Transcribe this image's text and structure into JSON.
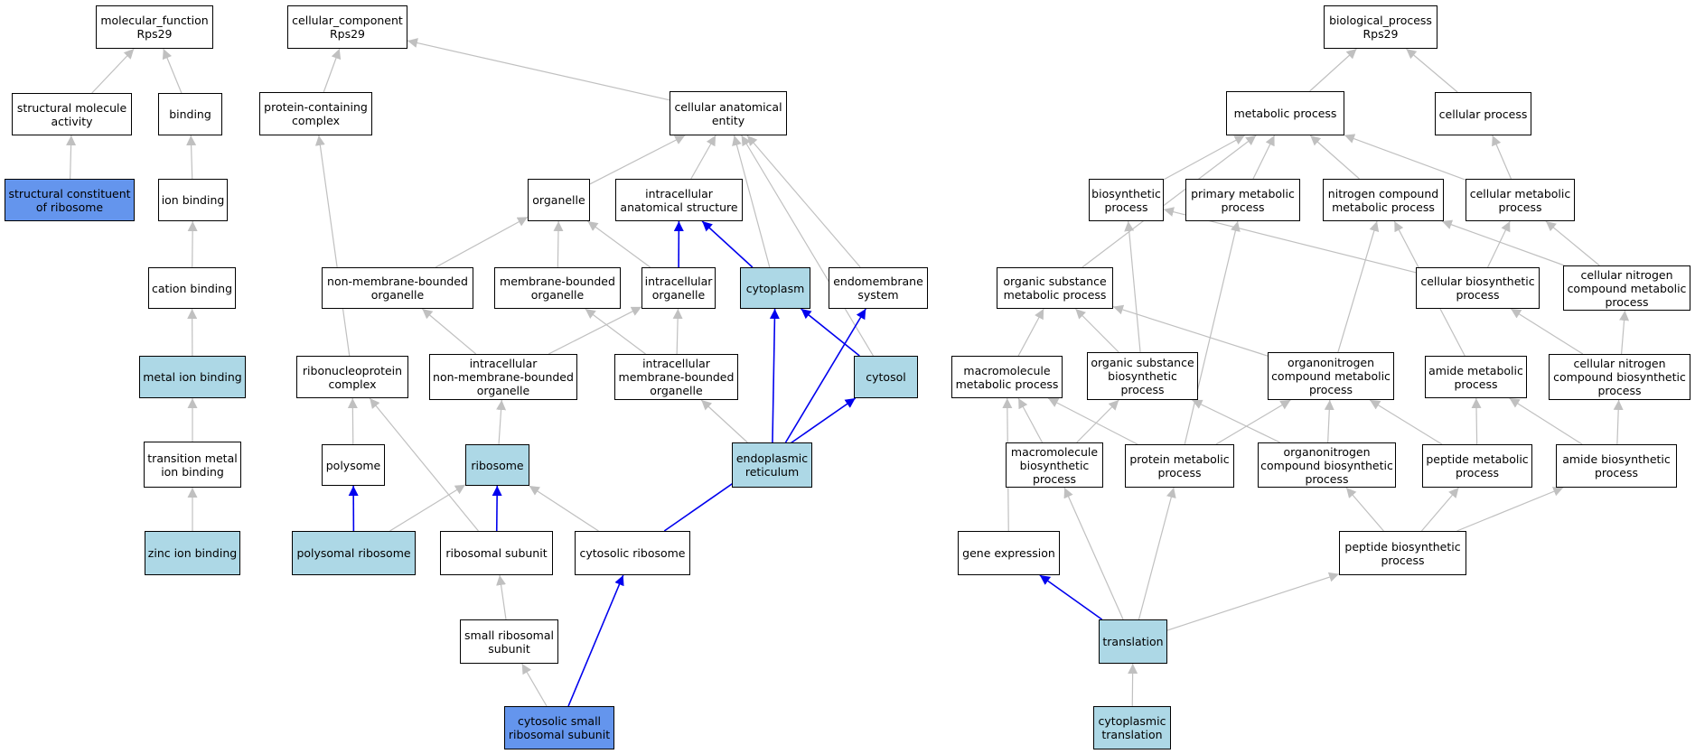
{
  "colors": {
    "plain": "#ffffff",
    "light": "#add8e6",
    "dark": "#6495ed",
    "edge_gray": "#c0c0c0",
    "edge_blue": "#0000ee"
  },
  "nodes": {
    "mf_root": {
      "label": "molecular_function\nRps29",
      "fill": "plain"
    },
    "structural_molecule_activity": {
      "label": "structural molecule\nactivity",
      "fill": "plain"
    },
    "binding": {
      "label": "binding",
      "fill": "plain"
    },
    "structural_constituent_ribosome": {
      "label": "structural constituent\nof ribosome",
      "fill": "dark"
    },
    "ion_binding": {
      "label": "ion binding",
      "fill": "plain"
    },
    "cation_binding": {
      "label": "cation binding",
      "fill": "plain"
    },
    "metal_ion_binding": {
      "label": "metal ion binding",
      "fill": "light"
    },
    "transition_metal_ion_binding": {
      "label": "transition metal\nion binding",
      "fill": "plain"
    },
    "zinc_ion_binding": {
      "label": "zinc ion binding",
      "fill": "light"
    },
    "cc_root": {
      "label": "cellular_component\nRps29",
      "fill": "plain"
    },
    "protein_containing_complex": {
      "label": "protein-containing\ncomplex",
      "fill": "plain"
    },
    "cellular_anatomical_entity": {
      "label": "cellular anatomical\nentity",
      "fill": "plain"
    },
    "organelle": {
      "label": "organelle",
      "fill": "plain"
    },
    "intracellular_anatomical_structure": {
      "label": "intracellular\nanatomical structure",
      "fill": "plain"
    },
    "non_membrane_bounded_organelle": {
      "label": "non-membrane-bounded\norganelle",
      "fill": "plain"
    },
    "membrane_bounded_organelle": {
      "label": "membrane-bounded\norganelle",
      "fill": "plain"
    },
    "intracellular_organelle": {
      "label": "intracellular\norganelle",
      "fill": "plain"
    },
    "cytoplasm": {
      "label": "cytoplasm",
      "fill": "light"
    },
    "endomembrane_system": {
      "label": "endomembrane\nsystem",
      "fill": "plain"
    },
    "ribonucleoprotein_complex": {
      "label": "ribonucleoprotein\ncomplex",
      "fill": "plain"
    },
    "intracellular_non_membrane_bounded_organelle": {
      "label": "intracellular\nnon-membrane-bounded\norganelle",
      "fill": "plain"
    },
    "intracellular_membrane_bounded_organelle": {
      "label": "intracellular\nmembrane-bounded\norganelle",
      "fill": "plain"
    },
    "cytosol": {
      "label": "cytosol",
      "fill": "light"
    },
    "polysome": {
      "label": "polysome",
      "fill": "plain"
    },
    "ribosome": {
      "label": "ribosome",
      "fill": "light"
    },
    "endoplasmic_reticulum": {
      "label": "endoplasmic\nreticulum",
      "fill": "light"
    },
    "polysomal_ribosome": {
      "label": "polysomal ribosome",
      "fill": "light"
    },
    "ribosomal_subunit": {
      "label": "ribosomal subunit",
      "fill": "plain"
    },
    "cytosolic_ribosome": {
      "label": "cytosolic ribosome",
      "fill": "plain"
    },
    "small_ribosomal_subunit": {
      "label": "small ribosomal\nsubunit",
      "fill": "plain"
    },
    "cytosolic_small_ribosomal_subunit": {
      "label": "cytosolic small\nribosomal subunit",
      "fill": "dark"
    },
    "bp_root": {
      "label": "biological_process\nRps29",
      "fill": "plain"
    },
    "metabolic_process": {
      "label": "metabolic process",
      "fill": "plain"
    },
    "cellular_process": {
      "label": "cellular process",
      "fill": "plain"
    },
    "biosynthetic_process": {
      "label": "biosynthetic\nprocess",
      "fill": "plain"
    },
    "primary_metabolic_process": {
      "label": "primary metabolic\nprocess",
      "fill": "plain"
    },
    "nitrogen_compound_metabolic_process": {
      "label": "nitrogen compound\nmetabolic process",
      "fill": "plain"
    },
    "cellular_metabolic_process": {
      "label": "cellular metabolic\nprocess",
      "fill": "plain"
    },
    "organic_substance_metabolic_process": {
      "label": "organic substance\nmetabolic process",
      "fill": "plain"
    },
    "cellular_biosynthetic_process": {
      "label": "cellular biosynthetic\nprocess",
      "fill": "plain"
    },
    "cellular_nitrogen_compound_metabolic_process": {
      "label": "cellular nitrogen\ncompound metabolic\nprocess",
      "fill": "plain"
    },
    "macromolecule_metabolic_process": {
      "label": "macromolecule\nmetabolic process",
      "fill": "plain"
    },
    "organic_substance_biosynthetic_process": {
      "label": "organic substance\nbiosynthetic\nprocess",
      "fill": "plain"
    },
    "organonitrogen_compound_metabolic_process": {
      "label": "organonitrogen\ncompound metabolic\nprocess",
      "fill": "plain"
    },
    "amide_metabolic_process": {
      "label": "amide metabolic\nprocess",
      "fill": "plain"
    },
    "cellular_nitrogen_compound_biosynthetic_process": {
      "label": "cellular nitrogen\ncompound biosynthetic\nprocess",
      "fill": "plain"
    },
    "macromolecule_biosynthetic_process": {
      "label": "macromolecule\nbiosynthetic\nprocess",
      "fill": "plain"
    },
    "protein_metabolic_process": {
      "label": "protein metabolic\nprocess",
      "fill": "plain"
    },
    "organonitrogen_compound_biosynthetic_process": {
      "label": "organonitrogen\ncompound biosynthetic\nprocess",
      "fill": "plain"
    },
    "peptide_metabolic_process": {
      "label": "peptide metabolic\nprocess",
      "fill": "plain"
    },
    "amide_biosynthetic_process": {
      "label": "amide biosynthetic\nprocess",
      "fill": "plain"
    },
    "gene_expression": {
      "label": "gene expression",
      "fill": "plain"
    },
    "peptide_biosynthetic_process": {
      "label": "peptide biosynthetic\nprocess",
      "fill": "plain"
    },
    "translation": {
      "label": "translation",
      "fill": "light"
    },
    "cytoplasmic_translation": {
      "label": "cytoplasmic\ntranslation",
      "fill": "light"
    }
  },
  "edges": [
    [
      "structural_molecule_activity",
      "mf_root",
      "gray"
    ],
    [
      "binding",
      "mf_root",
      "gray"
    ],
    [
      "structural_constituent_ribosome",
      "structural_molecule_activity",
      "gray"
    ],
    [
      "ion_binding",
      "binding",
      "gray"
    ],
    [
      "cation_binding",
      "ion_binding",
      "gray"
    ],
    [
      "metal_ion_binding",
      "cation_binding",
      "gray"
    ],
    [
      "transition_metal_ion_binding",
      "metal_ion_binding",
      "gray"
    ],
    [
      "zinc_ion_binding",
      "transition_metal_ion_binding",
      "gray"
    ],
    [
      "protein_containing_complex",
      "cc_root",
      "gray"
    ],
    [
      "cellular_anatomical_entity",
      "cc_root",
      "gray"
    ],
    [
      "organelle",
      "cellular_anatomical_entity",
      "gray"
    ],
    [
      "intracellular_anatomical_structure",
      "cellular_anatomical_entity",
      "gray"
    ],
    [
      "cytoplasm",
      "cellular_anatomical_entity",
      "gray"
    ],
    [
      "endomembrane_system",
      "cellular_anatomical_entity",
      "gray"
    ],
    [
      "cytosol",
      "cellular_anatomical_entity",
      "gray"
    ],
    [
      "non_membrane_bounded_organelle",
      "organelle",
      "gray"
    ],
    [
      "membrane_bounded_organelle",
      "organelle",
      "gray"
    ],
    [
      "intracellular_organelle",
      "organelle",
      "gray"
    ],
    [
      "intracellular_organelle",
      "intracellular_anatomical_structure",
      "blue"
    ],
    [
      "cytoplasm",
      "intracellular_anatomical_structure",
      "blue"
    ],
    [
      "intracellular_non_membrane_bounded_organelle",
      "non_membrane_bounded_organelle",
      "gray"
    ],
    [
      "intracellular_non_membrane_bounded_organelle",
      "intracellular_organelle",
      "gray"
    ],
    [
      "intracellular_membrane_bounded_organelle",
      "membrane_bounded_organelle",
      "gray"
    ],
    [
      "intracellular_membrane_bounded_organelle",
      "intracellular_organelle",
      "gray"
    ],
    [
      "cytosol",
      "cytoplasm",
      "blue"
    ],
    [
      "endoplasmic_reticulum",
      "cytoplasm",
      "blue"
    ],
    [
      "endoplasmic_reticulum",
      "endomembrane_system",
      "blue"
    ],
    [
      "endoplasmic_reticulum",
      "intracellular_membrane_bounded_organelle",
      "gray"
    ],
    [
      "ribonucleoprotein_complex",
      "protein_containing_complex",
      "gray"
    ],
    [
      "polysome",
      "ribonucleoprotein_complex",
      "gray"
    ],
    [
      "ribosomal_subunit",
      "ribonucleoprotein_complex",
      "gray"
    ],
    [
      "ribosome",
      "intracellular_non_membrane_bounded_organelle",
      "gray"
    ],
    [
      "polysomal_ribosome",
      "polysome",
      "blue"
    ],
    [
      "polysomal_ribosome",
      "ribosome",
      "gray"
    ],
    [
      "ribosomal_subunit",
      "ribosome",
      "blue"
    ],
    [
      "cytosolic_ribosome",
      "ribosome",
      "gray"
    ],
    [
      "cytosolic_ribosome",
      "cytosol",
      "blue"
    ],
    [
      "small_ribosomal_subunit",
      "ribosomal_subunit",
      "gray"
    ],
    [
      "cytosolic_small_ribosomal_subunit",
      "small_ribosomal_subunit",
      "gray"
    ],
    [
      "cytosolic_small_ribosomal_subunit",
      "cytosolic_ribosome",
      "blue"
    ],
    [
      "metabolic_process",
      "bp_root",
      "gray"
    ],
    [
      "cellular_process",
      "bp_root",
      "gray"
    ],
    [
      "biosynthetic_process",
      "metabolic_process",
      "gray"
    ],
    [
      "primary_metabolic_process",
      "metabolic_process",
      "gray"
    ],
    [
      "nitrogen_compound_metabolic_process",
      "metabolic_process",
      "gray"
    ],
    [
      "cellular_metabolic_process",
      "metabolic_process",
      "gray"
    ],
    [
      "organic_substance_metabolic_process",
      "metabolic_process",
      "gray"
    ],
    [
      "cellular_metabolic_process",
      "cellular_process",
      "gray"
    ],
    [
      "cellular_biosynthetic_process",
      "biosynthetic_process",
      "gray"
    ],
    [
      "cellular_biosynthetic_process",
      "cellular_metabolic_process",
      "gray"
    ],
    [
      "cellular_nitrogen_compound_metabolic_process",
      "nitrogen_compound_metabolic_process",
      "gray"
    ],
    [
      "cellular_nitrogen_compound_metabolic_process",
      "cellular_metabolic_process",
      "gray"
    ],
    [
      "macromolecule_metabolic_process",
      "organic_substance_metabolic_process",
      "gray"
    ],
    [
      "organic_substance_biosynthetic_process",
      "organic_substance_metabolic_process",
      "gray"
    ],
    [
      "organic_substance_biosynthetic_process",
      "biosynthetic_process",
      "gray"
    ],
    [
      "organonitrogen_compound_metabolic_process",
      "organic_substance_metabolic_process",
      "gray"
    ],
    [
      "organonitrogen_compound_metabolic_process",
      "nitrogen_compound_metabolic_process",
      "gray"
    ],
    [
      "amide_metabolic_process",
      "nitrogen_compound_metabolic_process",
      "gray"
    ],
    [
      "cellular_nitrogen_compound_biosynthetic_process",
      "cellular_biosynthetic_process",
      "gray"
    ],
    [
      "cellular_nitrogen_compound_biosynthetic_process",
      "cellular_nitrogen_compound_metabolic_process",
      "gray"
    ],
    [
      "macromolecule_biosynthetic_process",
      "macromolecule_metabolic_process",
      "gray"
    ],
    [
      "macromolecule_biosynthetic_process",
      "organic_substance_biosynthetic_process",
      "gray"
    ],
    [
      "protein_metabolic_process",
      "macromolecule_metabolic_process",
      "gray"
    ],
    [
      "protein_metabolic_process",
      "primary_metabolic_process",
      "gray"
    ],
    [
      "protein_metabolic_process",
      "organonitrogen_compound_metabolic_process",
      "gray"
    ],
    [
      "organonitrogen_compound_biosynthetic_process",
      "organonitrogen_compound_metabolic_process",
      "gray"
    ],
    [
      "organonitrogen_compound_biosynthetic_process",
      "organic_substance_biosynthetic_process",
      "gray"
    ],
    [
      "peptide_metabolic_process",
      "amide_metabolic_process",
      "gray"
    ],
    [
      "peptide_metabolic_process",
      "organonitrogen_compound_metabolic_process",
      "gray"
    ],
    [
      "amide_biosynthetic_process",
      "amide_metabolic_process",
      "gray"
    ],
    [
      "amide_biosynthetic_process",
      "cellular_nitrogen_compound_biosynthetic_process",
      "gray"
    ],
    [
      "gene_expression",
      "macromolecule_metabolic_process",
      "gray"
    ],
    [
      "peptide_biosynthetic_process",
      "peptide_metabolic_process",
      "gray"
    ],
    [
      "peptide_biosynthetic_process",
      "amide_biosynthetic_process",
      "gray"
    ],
    [
      "peptide_biosynthetic_process",
      "organonitrogen_compound_biosynthetic_process",
      "gray"
    ],
    [
      "translation",
      "gene_expression",
      "blue"
    ],
    [
      "translation",
      "macromolecule_biosynthetic_process",
      "gray"
    ],
    [
      "translation",
      "protein_metabolic_process",
      "gray"
    ],
    [
      "translation",
      "peptide_biosynthetic_process",
      "gray"
    ],
    [
      "cytoplasmic_translation",
      "translation",
      "gray"
    ]
  ]
}
